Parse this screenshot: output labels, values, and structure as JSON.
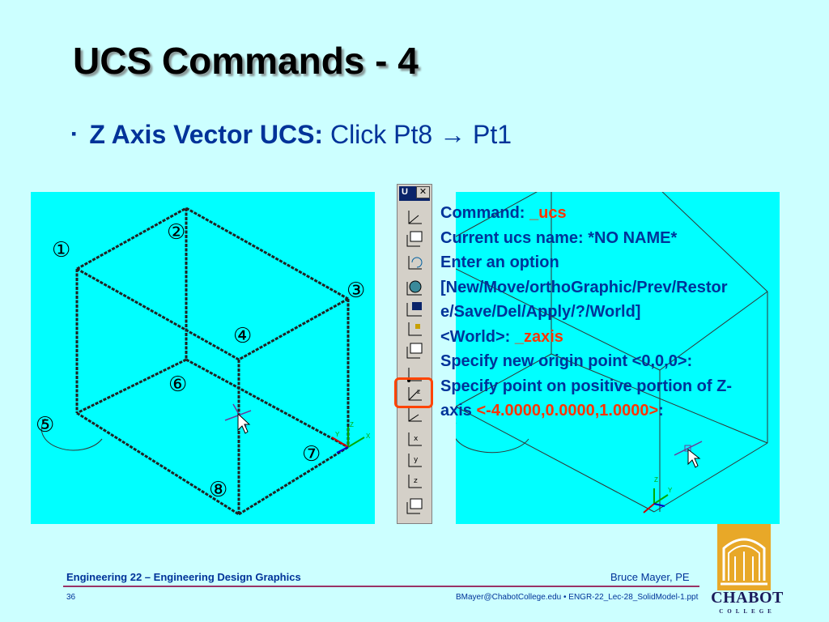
{
  "slide": {
    "title": "UCS Commands - 4",
    "bullet_marker": "▪",
    "bullet_bold": "Z Axis Vector UCS:",
    "bullet_rest": " Click Pt8 → Pt1"
  },
  "left_panel": {
    "labels": [
      "①",
      "②",
      "③",
      "④",
      "⑤",
      "⑥",
      "⑦",
      "⑧"
    ],
    "axis_labels": {
      "y": "Y",
      "z": "Z",
      "x": "X"
    }
  },
  "right_panel": {
    "axis_labels": {
      "z": "Z",
      "y": "Y"
    }
  },
  "toolbar": {
    "title": "U",
    "close_label": "✕"
  },
  "command": {
    "line1_prefix": "Command: ",
    "line1_value": "_ucs",
    "line2": "Current ucs name:  *NO NAME*",
    "line3": "Enter an option",
    "line4": "[New/Move/orthoGraphic/Prev/Restor",
    "line5": "e/Save/Del/Apply/?/World]",
    "line6_prefix": "<World>: ",
    "line6_value": "_zaxis",
    "line7": "Specify new origin point <0,0,0>:",
    "line8": "Specify point on positive portion of Z-",
    "line9_prefix": "axis ",
    "line9_value": "<-4.0000,0.0000,1.0000>",
    "line9_suffix": ":"
  },
  "footer": {
    "course": "Engineering 22 – Engineering Design Graphics",
    "author": "Bruce Mayer, PE",
    "page": "36",
    "email_file": "BMayer@ChabotCollege.edu  • ENGR-22_Lec-28_SolidModel-1.ppt"
  },
  "logo": {
    "name": "CHABOT",
    "sub": "COLLEGE"
  },
  "colors": {
    "background": "#ccffff",
    "panel": "#00ffff",
    "text_blue": "#003399",
    "highlight_red": "#ff3300",
    "footer_line": "#993366"
  }
}
